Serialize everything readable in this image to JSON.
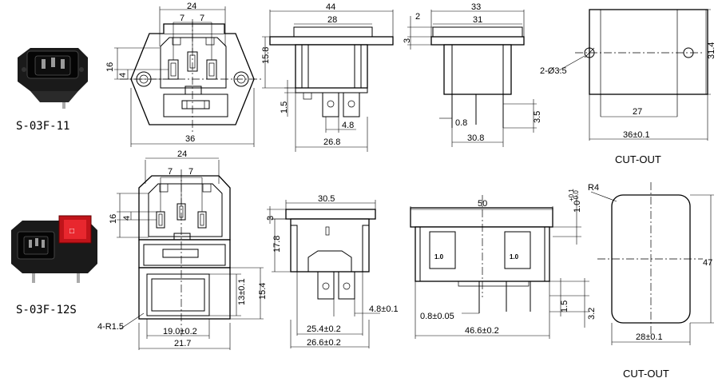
{
  "products": [
    {
      "model": "S-03F-11",
      "front": {
        "width": "24",
        "pin_pitch_left": "7",
        "pin_pitch_right": "7",
        "height": "16",
        "pin_offset": "4",
        "overall": "36"
      },
      "side": {
        "width": "44",
        "inner": "28",
        "height": "15.8",
        "flange": "1.5",
        "tab": "4.8",
        "base": "26.8"
      },
      "end": {
        "width": "33",
        "inner": "31",
        "top": "2",
        "step": "3",
        "pitch": "0.8",
        "base": "30.8",
        "tail": "3.5"
      },
      "cutout": {
        "holes": "2-Ø3.5",
        "height": "31.4",
        "inner": "27",
        "width": "36±0.1",
        "caption": "CUT-OUT"
      }
    },
    {
      "model": "S-03F-12S",
      "front": {
        "width": "24",
        "pin_pitch_left": "7",
        "pin_pitch_right": "7",
        "height": "16",
        "pin_offset": "4",
        "radius": "4-R1.5",
        "switch_h": "13±0.1",
        "switch_total": "15.4",
        "switch_w": "19.0±0.2",
        "overall": "21.7"
      },
      "side": {
        "width": "30.5",
        "step": "3",
        "height": "17.8",
        "tab": "4.8±0.1",
        "inner": "25.4±0.2",
        "base": "26.6±0.2"
      },
      "end": {
        "width": "50",
        "tol": "1.0",
        "tol_plus": "+0.1",
        "tol_minus": "-0.0",
        "slot_left": "1.0",
        "slot_right": "1.0",
        "pitch": "0.8±0.05",
        "base": "46.6±0.2",
        "lead": "1.5",
        "tail": "3.2"
      },
      "cutout": {
        "radius": "R4",
        "height": "47",
        "width": "28±0.1",
        "caption": "CUT-OUT"
      }
    }
  ]
}
